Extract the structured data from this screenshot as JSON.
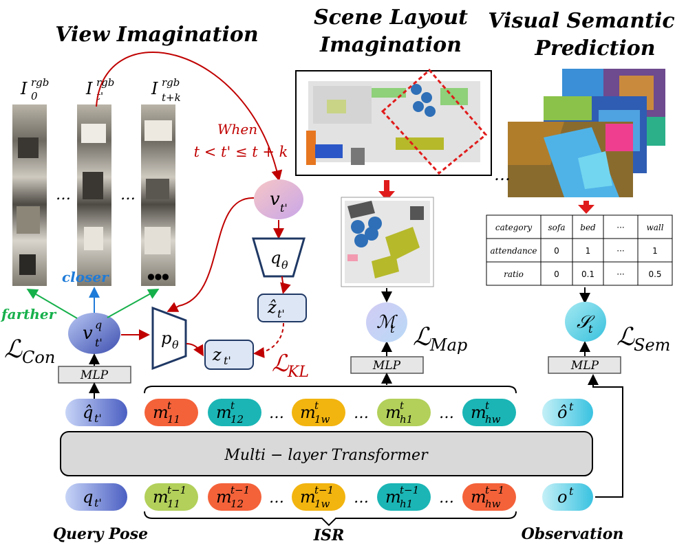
{
  "titles": {
    "view_imagination": "View Imagination",
    "scene_layout_line1": "Scene Layout",
    "scene_layout_line2": "Imagination",
    "visual_semantic_line1": "Visual Semantic",
    "visual_semantic_line2": "Prediction"
  },
  "panorama_labels": [
    {
      "base": "I",
      "sub": "0",
      "sup": "rgb"
    },
    {
      "base": "I",
      "sub": "t'",
      "sup": "rgb"
    },
    {
      "base": "I",
      "sub": "t+k",
      "sup": "rgb"
    }
  ],
  "ellipsis": "…",
  "dots": "●●●",
  "condition": {
    "line1": "When",
    "line2": "t < t' ≤ t + k"
  },
  "nodes": {
    "v_t": "v",
    "v_t_sub": "t'",
    "q_theta": "q",
    "q_theta_sub": "θ",
    "z_hat": "ẑ",
    "z_hat_sub": "t'",
    "p_theta": "p",
    "p_theta_sub": "θ",
    "z": "z",
    "z_sub": "t'",
    "vq": "v",
    "vq_sub": "t'",
    "vq_sup": "q",
    "M_t": "ℳ",
    "M_t_sub": "t",
    "S_t": "𝒮",
    "S_t_sub": "t"
  },
  "arrow_labels": {
    "farther": "farther",
    "closer": "closer"
  },
  "losses": {
    "con": "ℒ",
    "con_sub": "Con",
    "kl": "ℒ",
    "kl_sub": "KL",
    "map": "ℒ",
    "map_sub": "Map",
    "sem": "ℒ",
    "sem_sub": "Sem"
  },
  "mlp": "MLP",
  "transformer": "Multi − layer Transformer",
  "bottom_labels": {
    "query": "Query Pose",
    "isr": "ISR",
    "observation": "Observation"
  },
  "top_tokens": [
    {
      "base": "m",
      "sub": "11",
      "sup": "t",
      "color": "#f4623a"
    },
    {
      "base": "m",
      "sub": "12",
      "sup": "t",
      "color": "#1bb5b5"
    },
    {
      "base": "m",
      "sub": "1w",
      "sup": "t",
      "color": "#f2b40f"
    },
    {
      "base": "m",
      "sub": "h1",
      "sup": "t",
      "color": "#b2d05a"
    },
    {
      "base": "m",
      "sub": "hw",
      "sup": "t",
      "color": "#1bb5b5"
    }
  ],
  "bottom_tokens": [
    {
      "base": "m",
      "sub": "11",
      "sup": "t−1",
      "color": "#b2d05a"
    },
    {
      "base": "m",
      "sub": "12",
      "sup": "t−1",
      "color": "#f4623a"
    },
    {
      "base": "m",
      "sub": "1w",
      "sup": "t−1",
      "color": "#f2b40f"
    },
    {
      "base": "m",
      "sub": "h1",
      "sup": "t−1",
      "color": "#1bb5b5"
    },
    {
      "base": "m",
      "sub": "hw",
      "sup": "t−1",
      "color": "#f4623a"
    }
  ],
  "query_tokens": {
    "top": {
      "base": "q̂",
      "sub": "t'"
    },
    "bottom": {
      "base": "q",
      "sub": "t'"
    }
  },
  "obs_tokens": {
    "top": {
      "base": "ô",
      "sup": "t"
    },
    "bottom": {
      "base": "o",
      "sup": "t"
    }
  },
  "semantic_table": {
    "rows": [
      [
        "category",
        "sofa",
        "bed",
        "···",
        "wall"
      ],
      [
        "attendance",
        "0",
        "1",
        "···",
        "1"
      ],
      [
        "ratio",
        "0",
        "0.1",
        "···",
        "0.5"
      ]
    ]
  },
  "colors": {
    "red_arrow": "#c00000",
    "green_arrow": "#16b04b",
    "blue_arrow": "#1f7bd8",
    "transformer_fill": "#d9d9d9",
    "node_fill": "#dde6f5",
    "node_stroke": "#1f3864"
  }
}
